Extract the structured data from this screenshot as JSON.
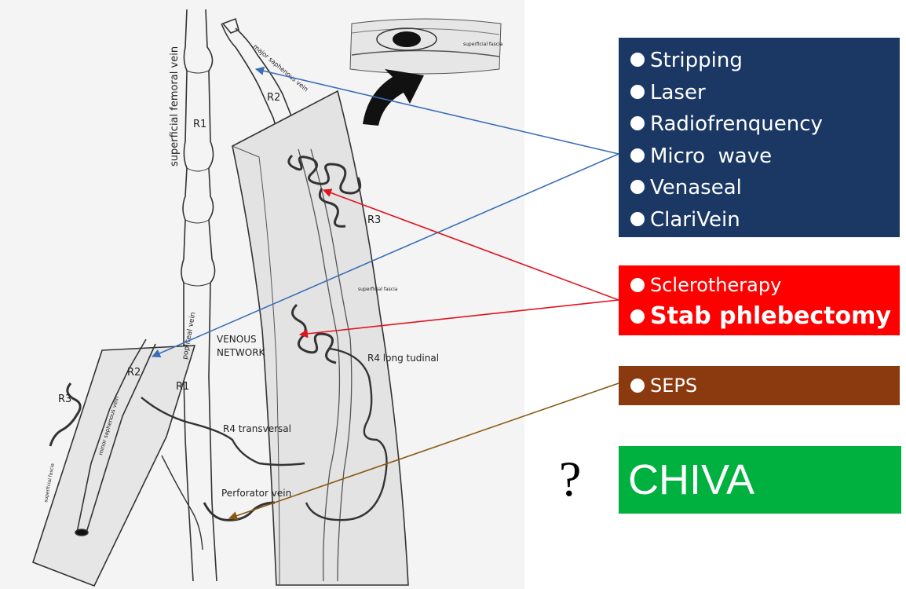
{
  "treatments": {
    "endovenous": [
      "Stripping",
      "Laser",
      "Radiofrenquency",
      "Micro  wave",
      "Venaseal",
      "ClariVein"
    ],
    "surgical_small": "Sclerotherapy",
    "surgical_big": "Stab phlebectomy",
    "perforator": "SEPS",
    "question": "?",
    "chiva": "CHIVA"
  },
  "diagram_labels": {
    "superficial_femoral_vein": "superficial femoral vein",
    "major_saphenous_vein": "major saphenous vein",
    "superficial_fascia_top": "superficial fascia",
    "superficial_fascia_mid": "superficial fascia",
    "superficial_fascia_low": "superficial fascia",
    "popliteal_vein": "popliteal vein",
    "minor_saphenous_vein": "minor saphenous vein",
    "r1_top": "R1",
    "r1_bottom": "R1",
    "r2_top": "R2",
    "r2_bottom": "R2",
    "r3_right": "R3",
    "r3_left": "R3",
    "venous": "VENOUS",
    "network": "NETWORK",
    "r4_longitudinal": "R4 long tudinal",
    "r4_transversal": "R4 transversal",
    "perforator_vein": "Perforator vein"
  },
  "colors": {
    "endovenous_box": "#1b3864",
    "surgical_box": "#ff0000",
    "seps_box": "#8b3a0f",
    "chiva_box": "#00b140",
    "blue_arrow": "#3b6fb6",
    "red_arrow": "#e0141e",
    "brown_arrow": "#8a5a12"
  }
}
